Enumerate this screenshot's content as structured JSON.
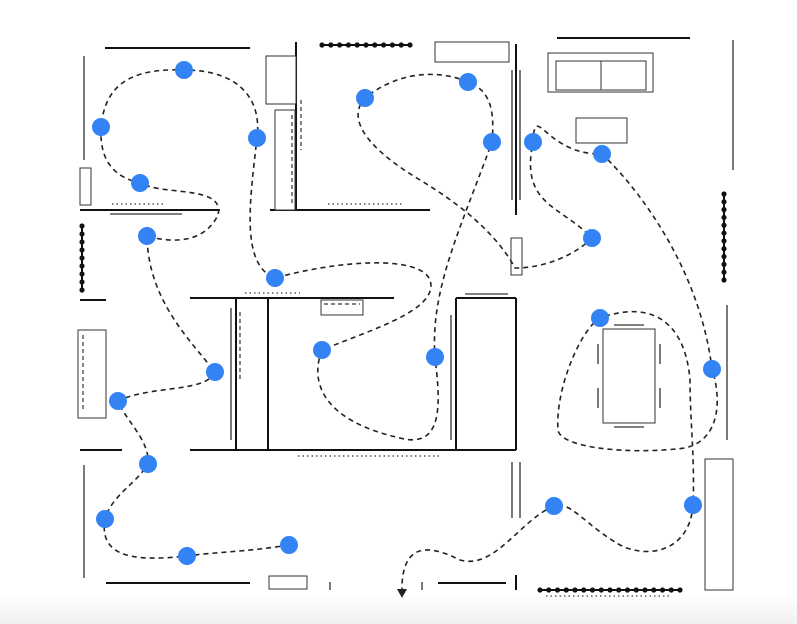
{
  "diagram": {
    "kind": "floor plan with dashed walking route",
    "waypoint_count": 24,
    "route_end": "arrow",
    "colors": {
      "waypoint": "#3383f5",
      "wall": "#111111",
      "route": "#222222",
      "background": "#ffffff"
    }
  }
}
